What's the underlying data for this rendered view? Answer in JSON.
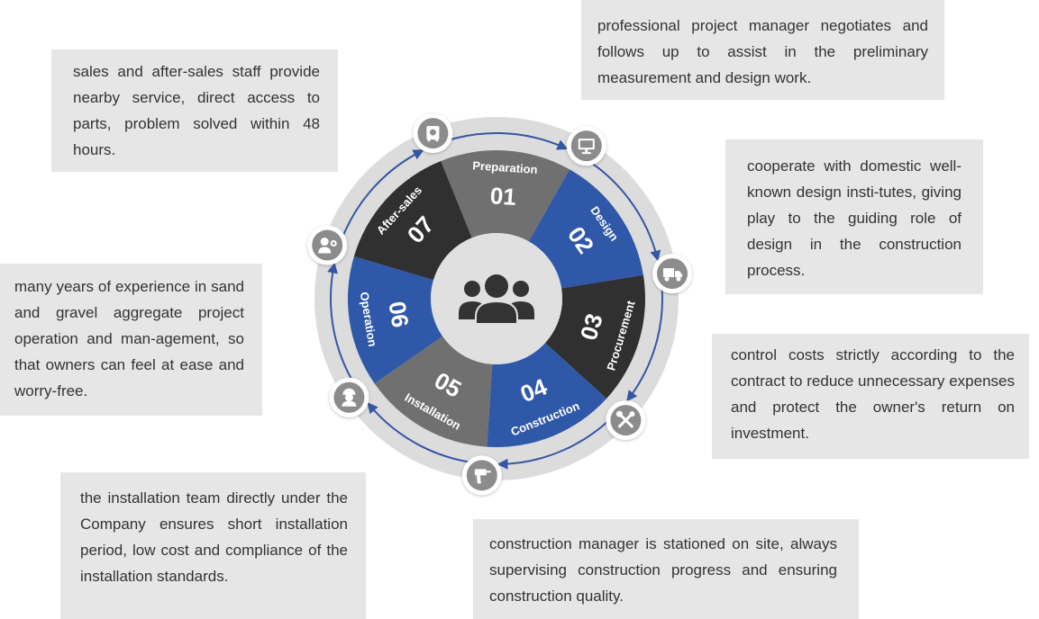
{
  "boxes": {
    "after_sales": "sales and after-sales staff provide nearby service, direct access to parts, problem solved within 48 hours.",
    "preparation": "professional project manager negotiates and follows up to assist in the preliminary measurement and design work.",
    "design": "cooperate with domestic well-known design insti-tutes, giving play to the guiding role of design in the construction process.",
    "operation": "many years of experience in sand and gravel aggregate project operation and man-agement, so that owners can feel at ease and worry-free.",
    "procurement": "control costs strictly according to the contract to reduce unnecessary expenses and protect the owner's return on investment.",
    "installation": "the installation team directly under the Company ensures short installation period, low cost and compliance of the installation standards.",
    "construction": "construction manager is stationed on site, always supervising construction progress and ensuring construction quality."
  },
  "steps": [
    {
      "number": "01",
      "label": "Preparation",
      "color": "#707070",
      "icon": "safe-icon"
    },
    {
      "number": "02",
      "label": "Design",
      "color": "#2f58a8",
      "icon": "monitor-icon"
    },
    {
      "number": "03",
      "label": "Procurement",
      "color": "#303030",
      "icon": "truck-icon"
    },
    {
      "number": "04",
      "label": "Construction",
      "color": "#2f58a8",
      "icon": "tools-icon"
    },
    {
      "number": "05",
      "label": "Installation",
      "color": "#707070",
      "icon": "drill-icon"
    },
    {
      "number": "06",
      "label": "Operation",
      "color": "#2f58a8",
      "icon": "worker-icon"
    },
    {
      "number": "07",
      "label": "After-sales",
      "color": "#303030",
      "icon": "service-person-icon"
    }
  ],
  "center_icon": "team-icon",
  "colors": {
    "box_bg": "#e6e6e6",
    "ring_bg": "#dcdcdc",
    "arrow": "#3556a4",
    "gray": "#707070",
    "blue": "#2f58a8",
    "dark": "#303030",
    "icon_badge": "#8c8c8c"
  }
}
